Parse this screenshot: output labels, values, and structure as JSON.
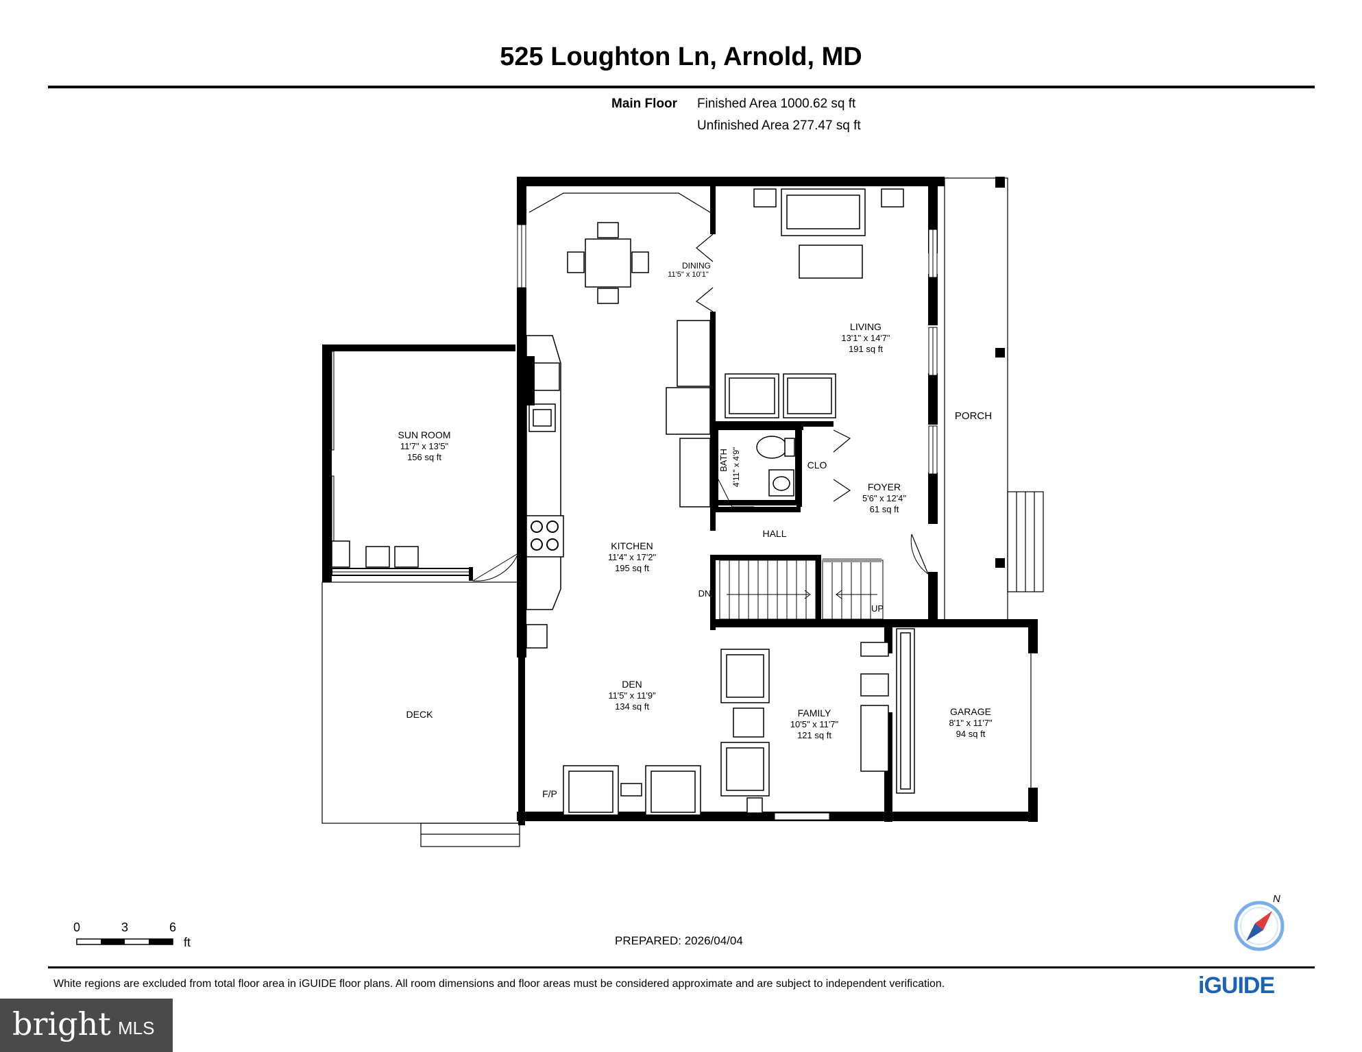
{
  "title": "525 Loughton Ln, Arnold, MD",
  "floor": {
    "name": "Main Floor",
    "finished": "Finished Area 1000.62 sq ft",
    "unfinished": "Unfinished Area 277.47 sq ft"
  },
  "rooms": {
    "dining": {
      "name": "DINING",
      "dims": "11'5\" x 10'1\""
    },
    "living": {
      "name": "LIVING",
      "dims": "13'1\" x 14'7\"",
      "area": "191 sq ft"
    },
    "sunroom": {
      "name": "SUN ROOM",
      "dims": "11'7\" x 13'5\"",
      "area": "156 sq ft"
    },
    "porch": {
      "name": "PORCH"
    },
    "bath": {
      "name": "BATH",
      "dims": "4'11\" x 4'9\""
    },
    "clo": {
      "name": "CLO"
    },
    "foyer": {
      "name": "FOYER",
      "dims": "5'6\" x 12'4\"",
      "area": "61 sq ft"
    },
    "hall": {
      "name": "HALL"
    },
    "kitchen": {
      "name": "KITCHEN",
      "dims": "11'4\" x 17'2\"",
      "area": "195 sq ft"
    },
    "deck": {
      "name": "DECK"
    },
    "den": {
      "name": "DEN",
      "dims": "11'5\" x 11'9\"",
      "area": "134 sq ft"
    },
    "family": {
      "name": "FAMILY",
      "dims": "10'5\" x 11'7\"",
      "area": "121 sq ft"
    },
    "garage": {
      "name": "GARAGE",
      "dims": "8'1\" x 11'7\"",
      "area": "94 sq ft"
    },
    "stairs_down": "DN",
    "stairs_up": "UP",
    "fireplace": "F/P"
  },
  "scale": {
    "ticks": [
      "0",
      "3",
      "6"
    ],
    "unit": "ft"
  },
  "prepared": "PREPARED: 2026/04/04",
  "disclaimer": "White regions are excluded from total floor area in iGUIDE floor plans. All room dimensions and floor areas must be considered approximate and are subject to independent verification.",
  "compass": {
    "label": "N"
  },
  "brand": "iGUIDE",
  "watermark": {
    "bright": "bright",
    "mls": "MLS"
  },
  "colors": {
    "accent": "#1a63b8",
    "compass_red": "#e23b3b",
    "compass_ring": "#7aaee8"
  }
}
